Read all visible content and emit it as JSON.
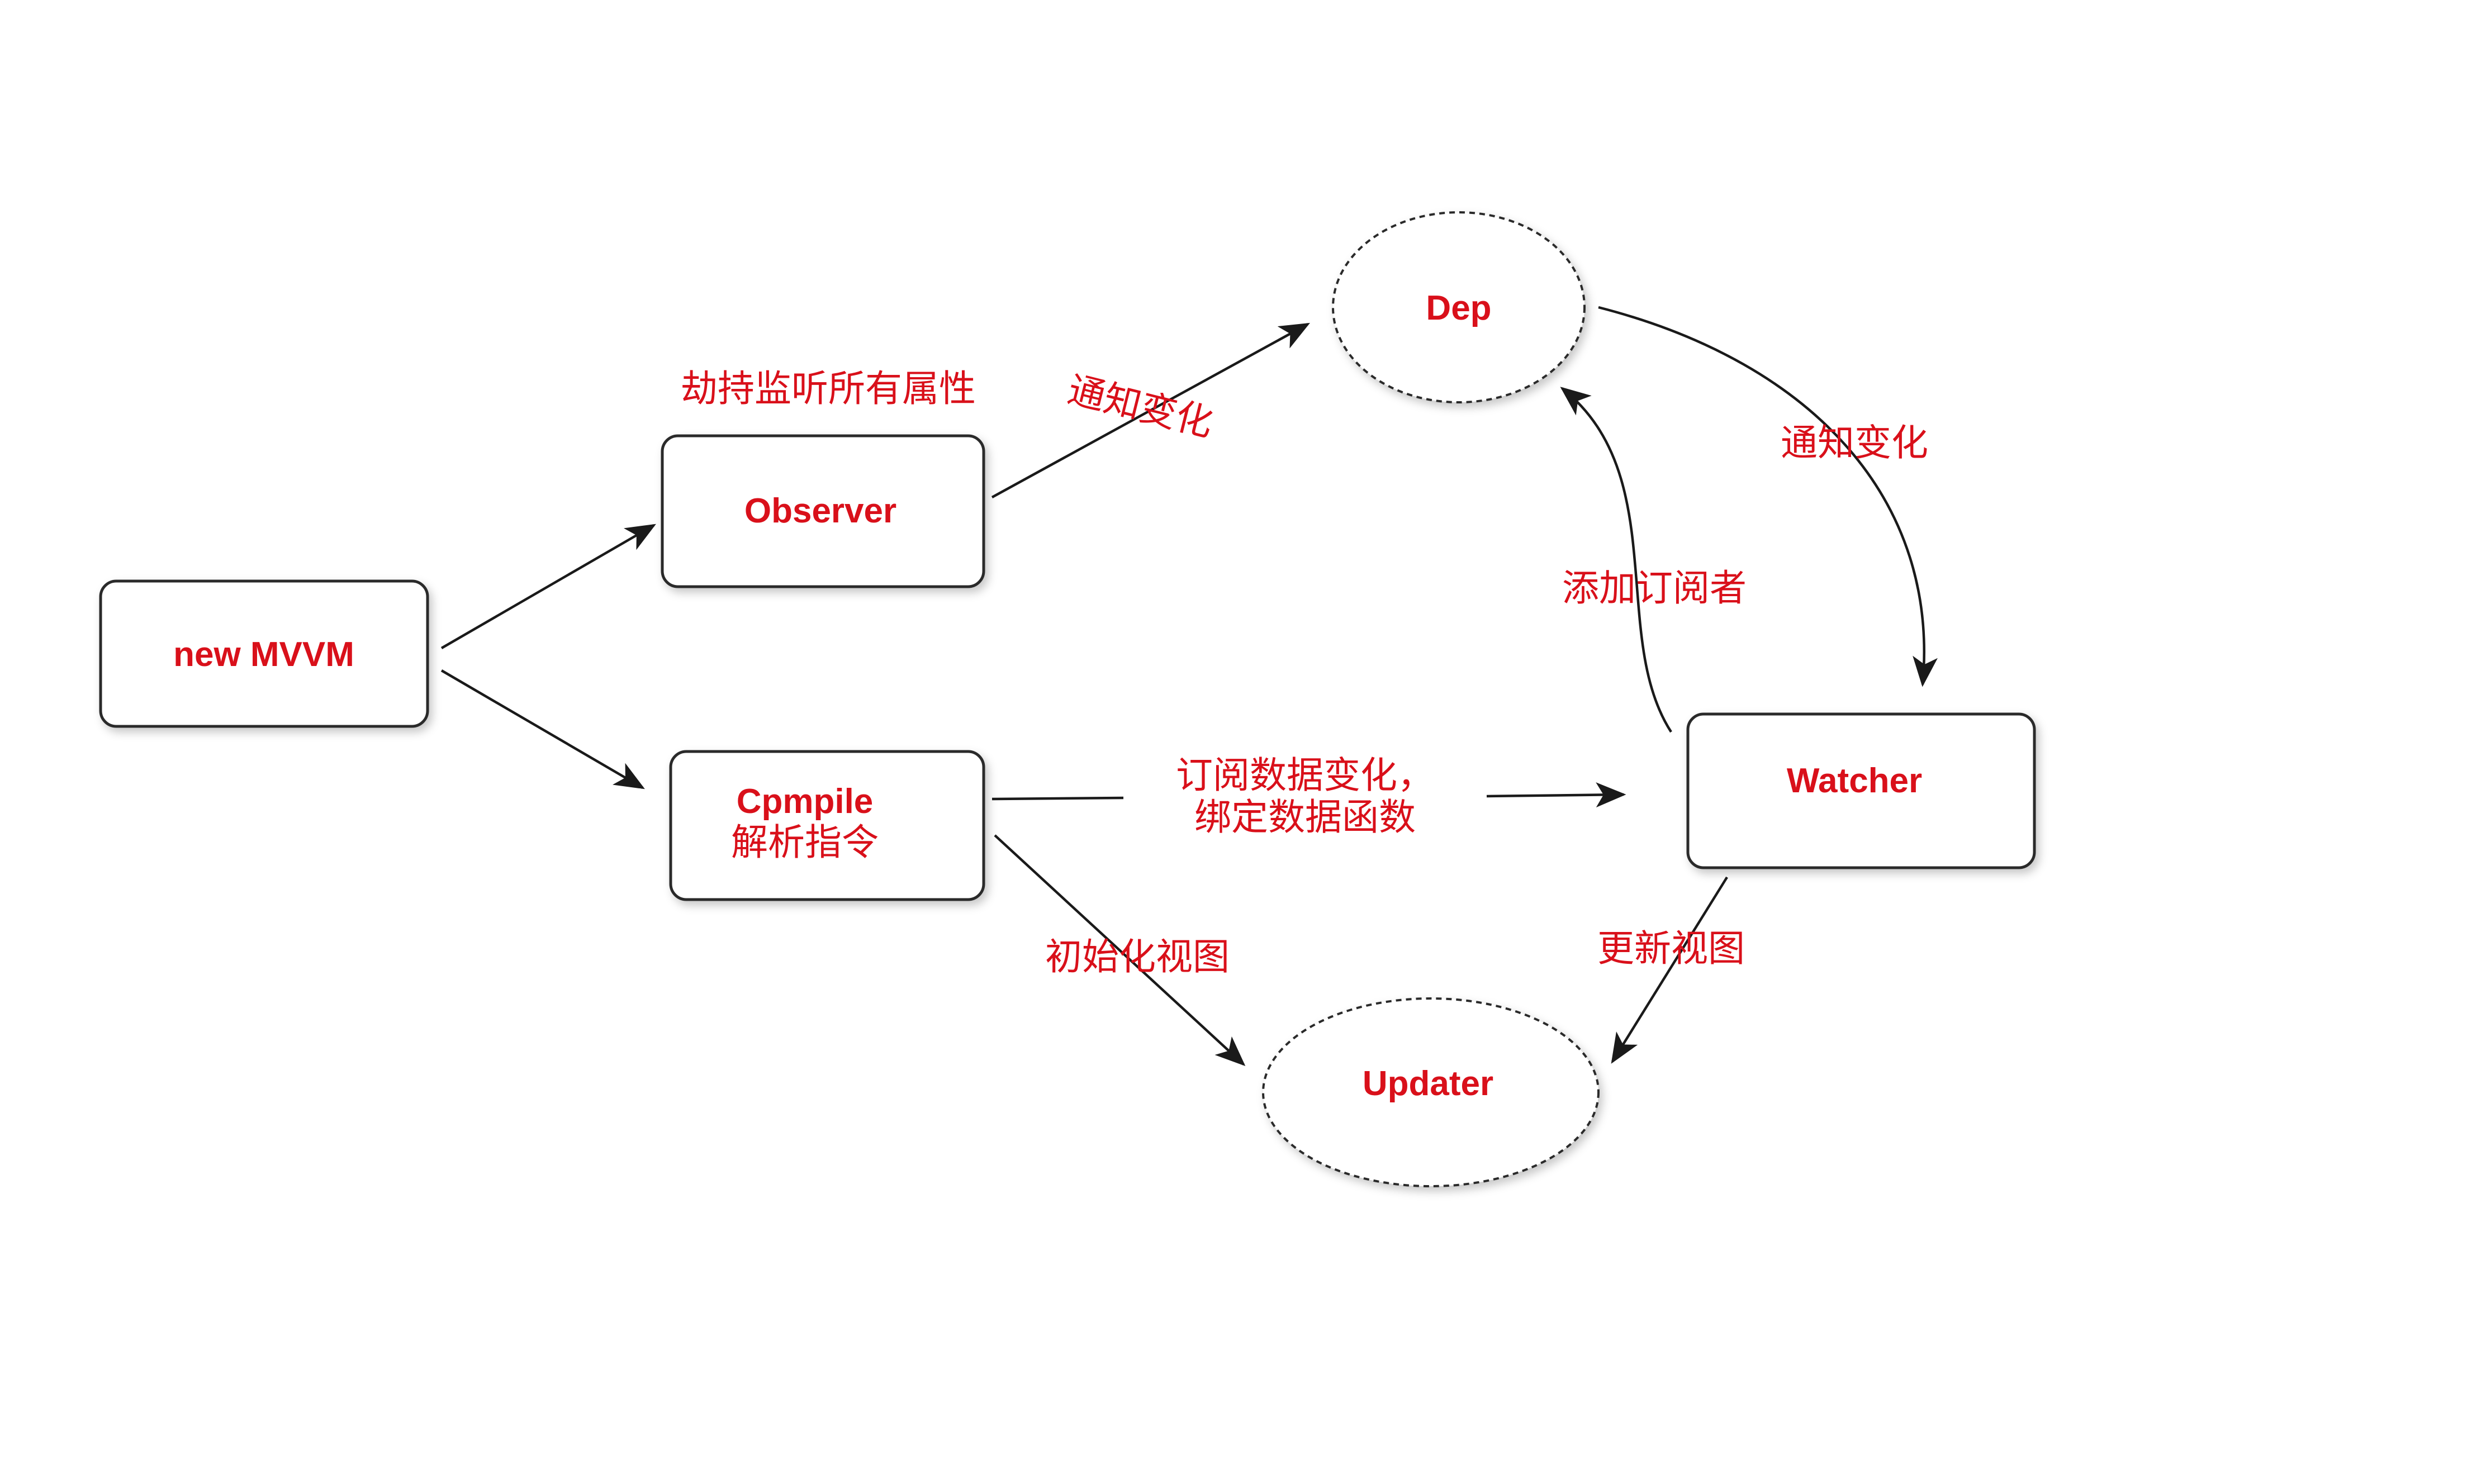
{
  "nodes": {
    "new_mvvm": "new MVVM",
    "observer": "Observer",
    "compile": "Cpmpile",
    "compile_sub": "解析指令",
    "dep": "Dep",
    "watcher": "Watcher",
    "updater": "Updater"
  },
  "edges": {
    "observer_caption": "劫持监听所有属性",
    "observer_to_dep": "通知变化",
    "dep_to_watcher": "通知变化",
    "watcher_to_dep": "添加订阅者",
    "compile_to_watcher_line1": "订阅数据变化，",
    "compile_to_watcher_line2": "绑定数据函数",
    "compile_to_updater": "初始化视图",
    "watcher_to_updater": "更新视图"
  },
  "colors": {
    "label": "#d9101a",
    "stroke": "#1a1a1a"
  }
}
